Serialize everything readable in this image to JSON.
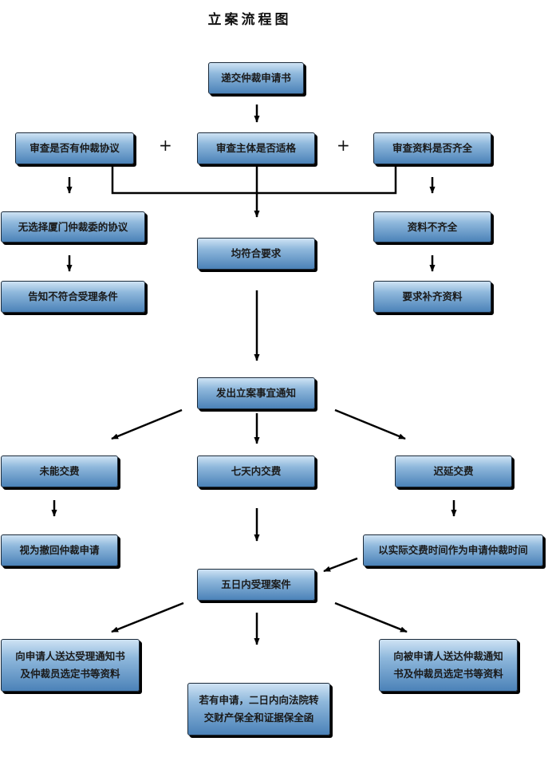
{
  "title": "立案流程图",
  "plus_sign": "+",
  "nodes": {
    "submit": "递交仲裁申请书",
    "check_agreement": "审查是否有仲裁协议",
    "check_subject": "审查主体是否适格",
    "check_docs": "审查资料是否齐全",
    "no_xiamen": "无选择厦门仲裁委的协议",
    "all_ok": "均符合要求",
    "docs_incomplete": "资料不齐全",
    "notify_reject": "告知不符合受理条件",
    "request_docs": "要求补齐资料",
    "issue_notice": "发出立案事宜通知",
    "not_paid": "未能交费",
    "paid_7days": "七天内交费",
    "delay_pay": "迟延交费",
    "withdrawn": "视为撤回仲裁申请",
    "actual_time": "以实际交费时间作为申请仲裁时间",
    "accept_5days": "五日内受理案件",
    "send_applicant": "向申请人送达受理通知书及仲裁员选定书等资料",
    "court_transfer": "若有申请，二日内向法院转交财产保全和证据保全函",
    "send_respondent": "向被申请人送达仲裁通知书及仲裁员选定书等资料"
  }
}
